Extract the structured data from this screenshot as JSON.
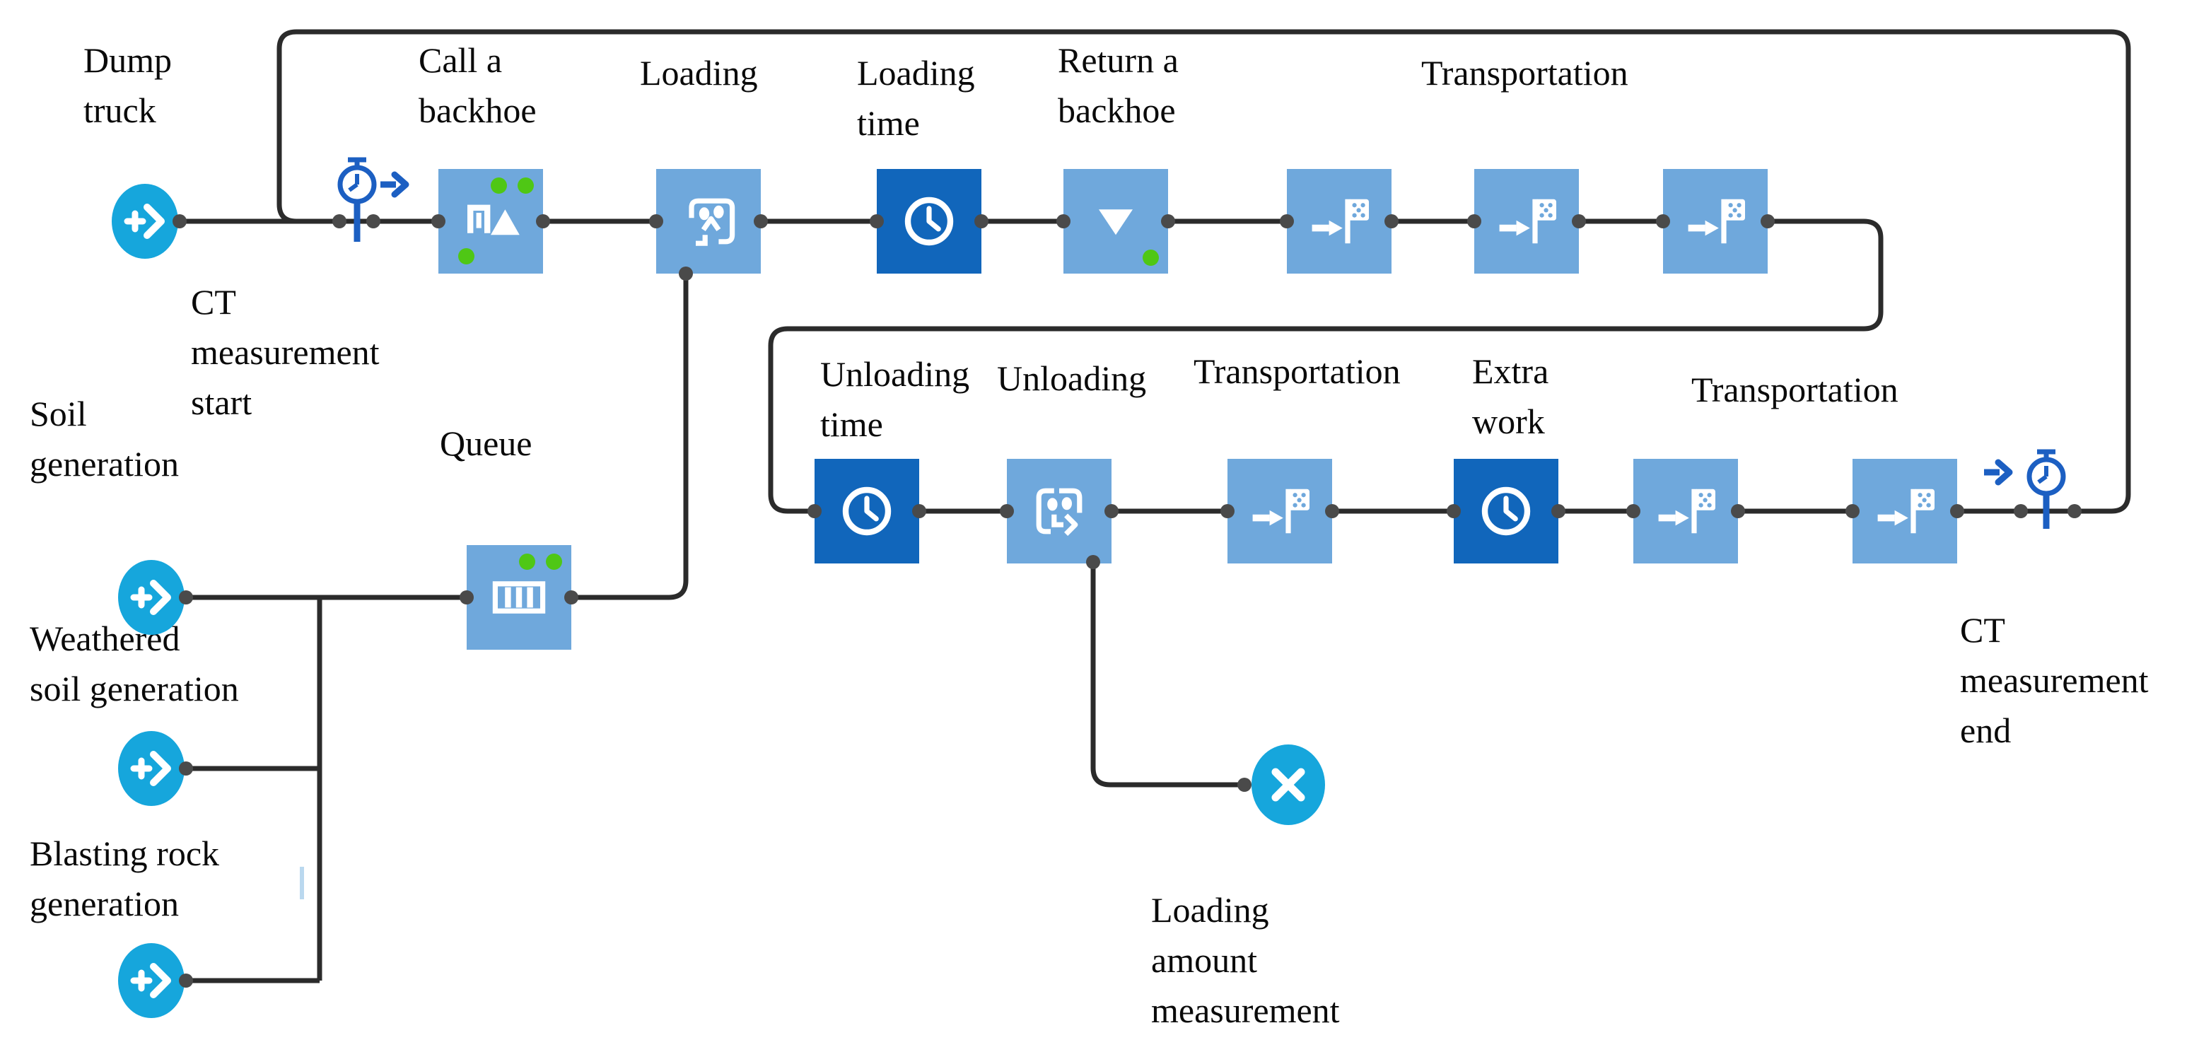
{
  "colors": {
    "background": "#ffffff",
    "block_light_blue": "#6fa8dc",
    "block_dark_blue": "#1166bb",
    "source_sink_cyan": "#16a6dc",
    "green_indicator": "#4fc715",
    "connector_line": "#2b2b2b",
    "port_dot": "#4a4a4a",
    "measure_icon_blue": "#1c5fc2",
    "icon_white": "#ffffff",
    "label_text": "#0a0a0a"
  },
  "labels": {
    "dump_truck": "Dump\ntruck",
    "ct_measurement_start": "CT\nmeasurement\nstart",
    "call_a_backhoe": "Call a\nbackhoe",
    "loading": "Loading",
    "loading_time": "Loading\ntime",
    "return_a_backhoe": "Return a\nbackhoe",
    "transportation_top": "Transportation",
    "soil_generation": "Soil\ngeneration",
    "queue": "Queue",
    "weathered_soil_generation": "Weathered\nsoil generation",
    "blasting_rock_generation": "Blasting rock\ngeneration",
    "unloading_time": "Unloading\ntime",
    "unloading": "Unloading",
    "transportation_middle": "Transportation",
    "extra_work": "Extra\nwork",
    "transportation_right": "Transportation",
    "ct_measurement_end": "CT\nmeasurement\nend",
    "loading_amount_measurement": "Loading\namount\nmeasurement"
  },
  "icons": {
    "source": "source-plus-arrow-icon",
    "sink": "sink-x-icon",
    "seize": "seize-gate-triangle-icon",
    "pickup": "pickup-container-arrow-icon",
    "delay": "delay-clock-icon",
    "release": "release-down-triangle-icon",
    "move_to": "move-to-checkered-flag-icon",
    "queue": "queue-slots-icon",
    "dropoff": "dropoff-container-arrow-icon",
    "time_measure_start": "time-measure-start-stopwatch-icon",
    "time_measure_end": "time-measure-end-stopwatch-icon",
    "status_dot": "green-status-dot"
  },
  "flow_sequence": [
    "Dump truck",
    "CT measurement start",
    "Call a backhoe",
    "Loading",
    "Loading time",
    "Return a backhoe",
    "Transportation",
    "Unloading time",
    "Unloading",
    "Transportation",
    "Extra work",
    "Transportation",
    "CT measurement end"
  ],
  "secondary_flows": [
    "Soil generation + Weathered soil generation + Blasting rock generation -> Queue -> Loading",
    "Unloading -> Loading amount measurement",
    "CT measurement end loops back to CT measurement start"
  ]
}
